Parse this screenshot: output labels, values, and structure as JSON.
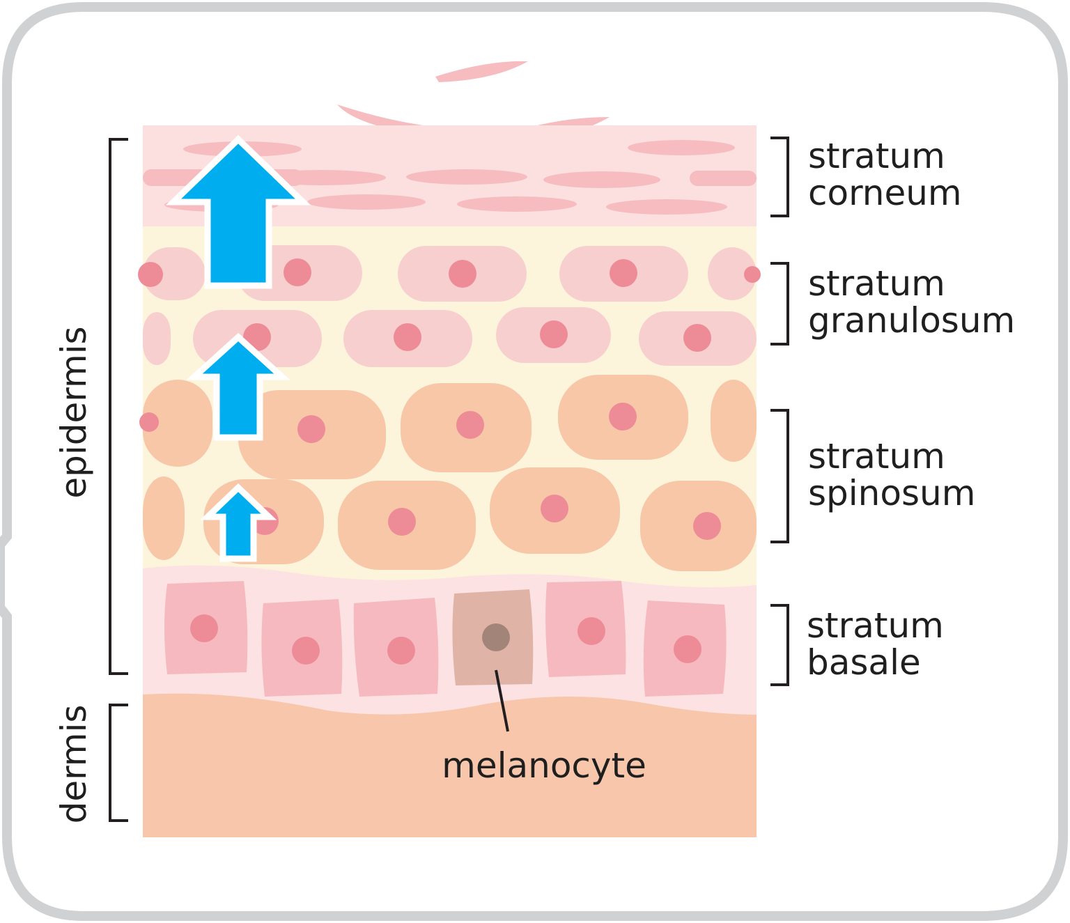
{
  "labels": {
    "epidermis": "epidermis",
    "dermis": "dermis",
    "corneum_1": "stratum",
    "corneum_2": "corneum",
    "granulosum_1": "stratum",
    "granulosum_2": "granulosum",
    "spinosum_1": "stratum",
    "spinosum_2": "spinosum",
    "basale_1": "stratum",
    "basale_2": "basale",
    "melanocyte": "melanocyte"
  },
  "colors": {
    "frame": "#d0d1d3",
    "corneum_bg": "#fce0e0",
    "corneum_flake": "#f6bcbf",
    "upper_bg": "#fdf4dc",
    "granular_cell": "#f8cfcf",
    "spinous_cell": "#f7c7a8",
    "basal_band": "#fce2e2",
    "basal_cell": "#f6b9bf",
    "nucleus": "#ed8c97",
    "melanocyte_cell": "#e0b3a7",
    "melanocyte_nucleus": "#a38478",
    "dermis": "#f8c6aa",
    "arrow": "#00aeef",
    "bracket": "#231f20"
  },
  "icons": [
    "up-arrow-icon"
  ]
}
